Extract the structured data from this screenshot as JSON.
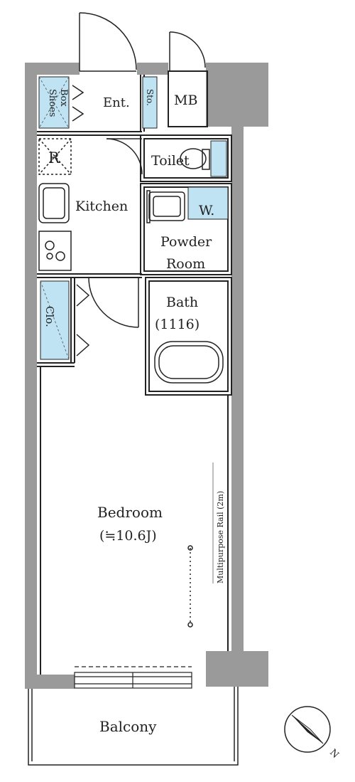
{
  "rooms": {
    "shoes_box_line1": "Shoes",
    "shoes_box_line2": "Box",
    "entrance": "Ent.",
    "storage": "Sto.",
    "meter_box": "MB",
    "refrigerator": "R",
    "toilet": "Toilet",
    "kitchen": "Kitchen",
    "washer": "W.",
    "powder_line1": "Powder",
    "powder_line2": "Room",
    "closet": "Clo.",
    "bath": "Bath",
    "bath_size": "(1116)",
    "bedroom": "Bedroom",
    "bedroom_size": "(≒10.6J)",
    "rail": "Multipurpose Rail (2m)",
    "balcony": "Balcony"
  },
  "compass": {
    "label": "N"
  },
  "colors": {
    "wall": "#9a9a9a",
    "wall_dark": "#8a8a8a",
    "storage_fill": "#bfe3f2",
    "line": "#222222"
  }
}
